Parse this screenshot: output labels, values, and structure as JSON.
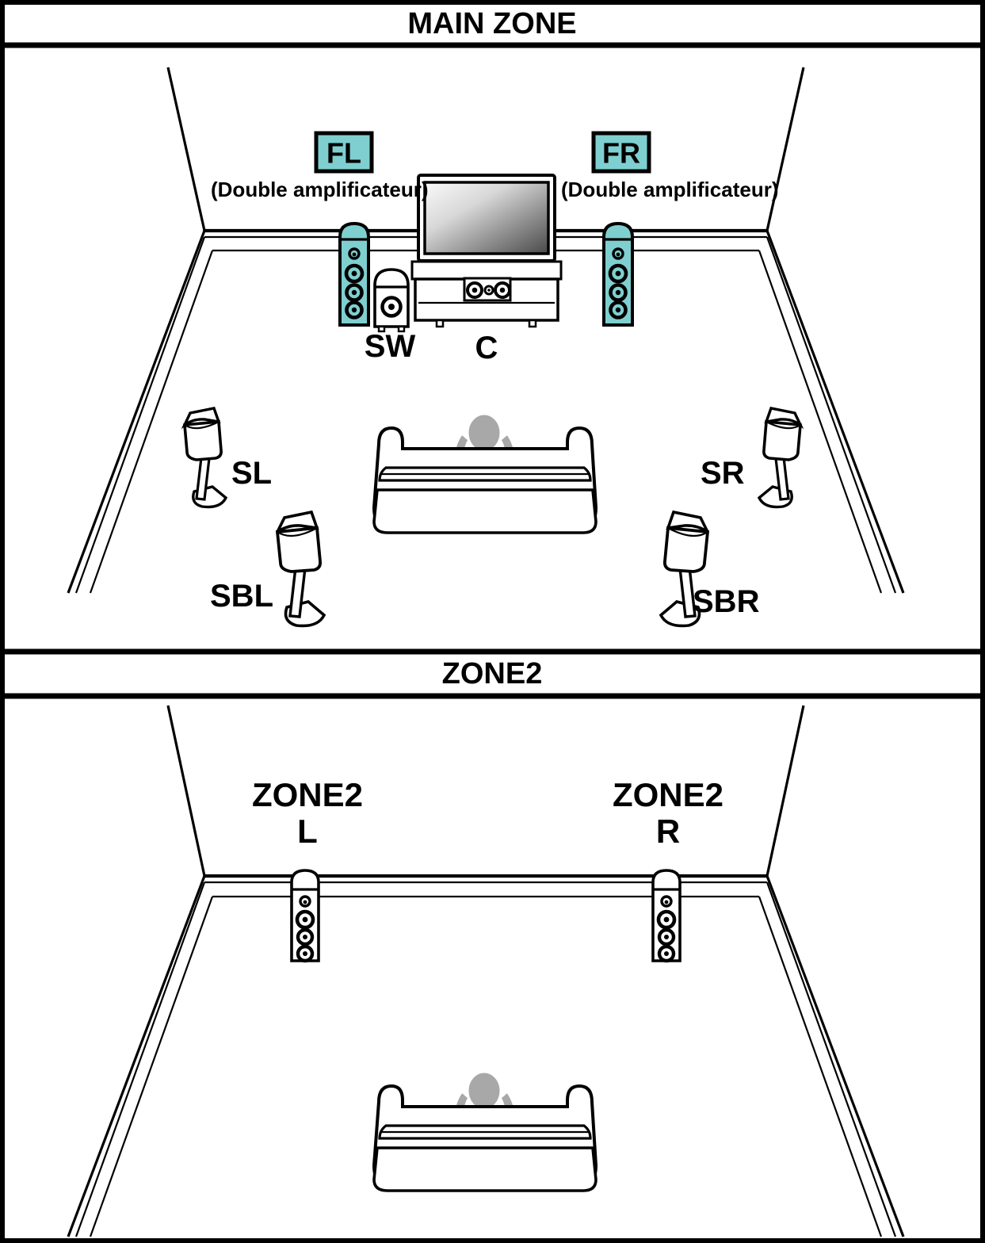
{
  "document": {
    "kind": "home-theater-speaker-layout-diagram",
    "language": "fr"
  },
  "zones": [
    {
      "id": "main-zone",
      "title": "MAIN ZONE",
      "speakers": [
        {
          "code": "FL",
          "label": "FL",
          "note": "(Double amplificateur)",
          "highlighted": true,
          "type": "floorstanding-tower",
          "color": "#7FCFD0"
        },
        {
          "code": "FR",
          "label": "FR",
          "note": "(Double amplificateur)",
          "highlighted": true,
          "type": "floorstanding-tower",
          "color": "#7FCFD0"
        },
        {
          "code": "SW",
          "label": "SW",
          "note": "",
          "highlighted": false,
          "type": "subwoofer",
          "color": "#FFFFFF"
        },
        {
          "code": "C",
          "label": "C",
          "note": "",
          "highlighted": false,
          "type": "center-channel",
          "color": "#FFFFFF"
        },
        {
          "code": "SL",
          "label": "SL",
          "note": "",
          "highlighted": false,
          "type": "stand-surround",
          "color": "#FFFFFF"
        },
        {
          "code": "SR",
          "label": "SR",
          "note": "",
          "highlighted": false,
          "type": "stand-surround",
          "color": "#FFFFFF"
        },
        {
          "code": "SBL",
          "label": "SBL",
          "note": "",
          "highlighted": false,
          "type": "stand-surround-back",
          "color": "#FFFFFF"
        },
        {
          "code": "SBR",
          "label": "SBR",
          "note": "",
          "highlighted": false,
          "type": "stand-surround-back",
          "color": "#FFFFFF"
        }
      ],
      "furniture": [
        {
          "name": "television",
          "label": ""
        },
        {
          "name": "tv-cabinet",
          "label": ""
        },
        {
          "name": "sofa",
          "label": ""
        },
        {
          "name": "seated-listener",
          "label": ""
        }
      ]
    },
    {
      "id": "zone2",
      "title": "ZONE2",
      "speakers": [
        {
          "code": "ZONE2 L",
          "label_line1": "ZONE2",
          "label_line2": "L",
          "highlighted": false,
          "type": "floorstanding-tower",
          "color": "#FFFFFF"
        },
        {
          "code": "ZONE2 R",
          "label_line1": "ZONE2",
          "label_line2": "R",
          "highlighted": false,
          "type": "floorstanding-tower",
          "color": "#FFFFFF"
        }
      ],
      "furniture": [
        {
          "name": "sofa",
          "label": ""
        },
        {
          "name": "seated-listener",
          "label": ""
        }
      ]
    }
  ],
  "colors": {
    "highlight_teal": "#7FCFD0",
    "outline": "#000000",
    "background": "#FFFFFF",
    "person_gray": "#A8A8A8",
    "screen_gradient_light": "#F2F2F2",
    "screen_gradient_dark": "#4A4A4A"
  }
}
